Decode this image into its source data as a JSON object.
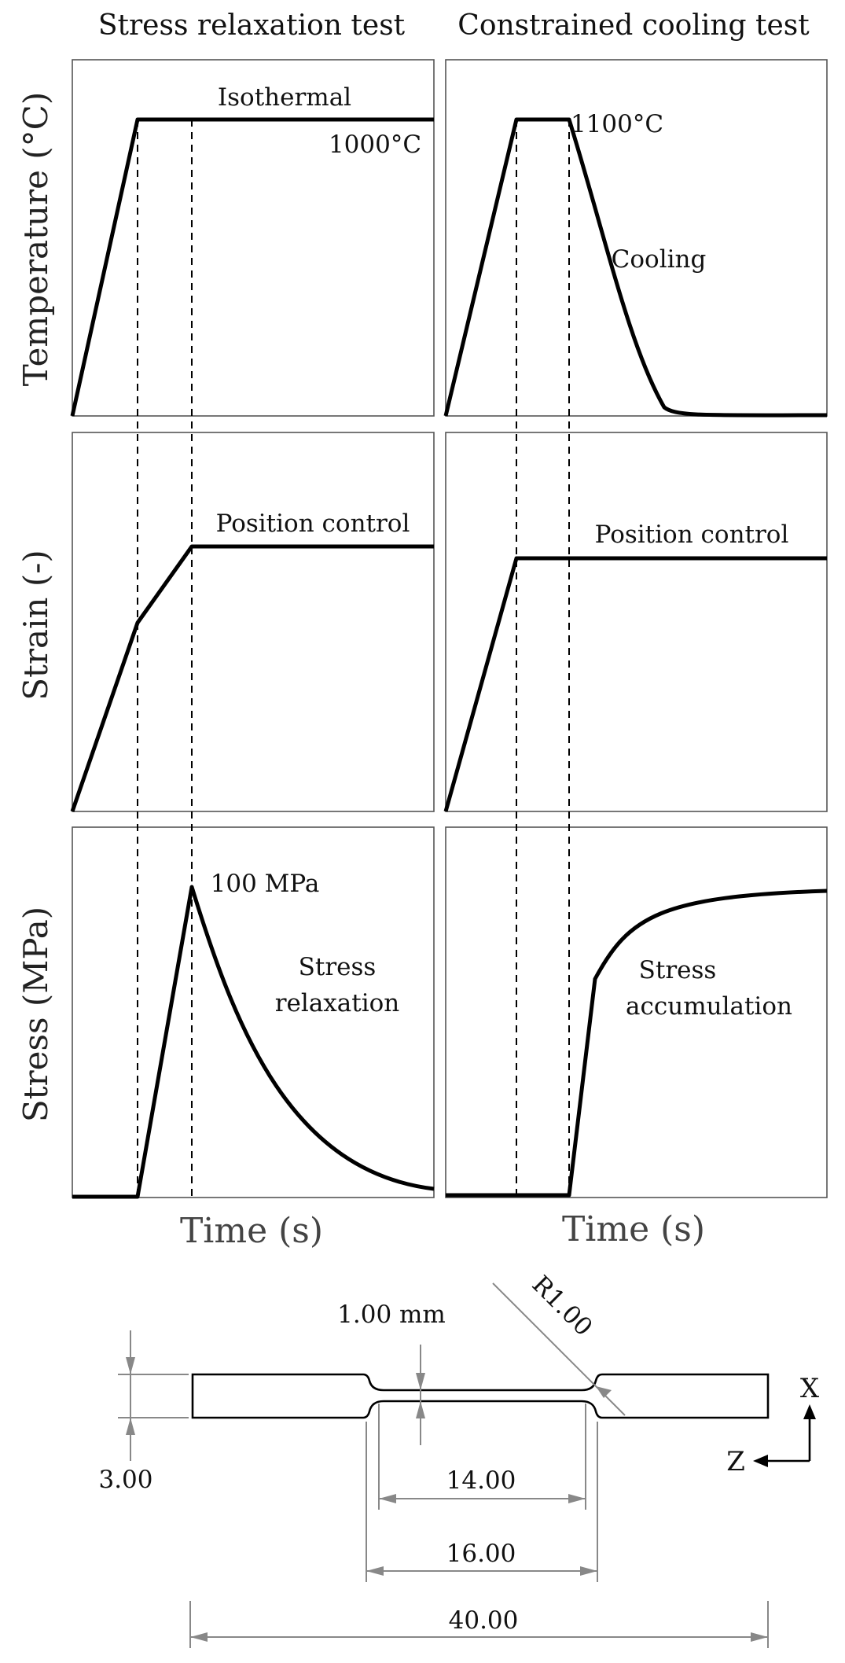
{
  "columns": {
    "left_title": "Stress relaxation test",
    "right_title": "Constrained cooling test"
  },
  "row_labels": {
    "temperature": "Temperature (°C)",
    "strain": "Strain (-)",
    "stress": "Stress (MPa)"
  },
  "x_labels": {
    "left": "Time (s)",
    "right": "Time (s)"
  },
  "annotations": {
    "isothermal": "Isothermal",
    "temp_left": "1000°C",
    "temp_right": "1100°C",
    "cooling": "Cooling",
    "position_control_left": "Position control",
    "position_control_right": "Position control",
    "peak_stress": "100 MPa",
    "relaxation_line1": "Stress",
    "relaxation_line2": "relaxation",
    "accumulation_line1": "Stress",
    "accumulation_line2": "accumulation"
  },
  "specimen": {
    "radius": "R1.00",
    "gauge_thickness": "1.00 mm",
    "thickness": "3.00",
    "parallel_length": "14.00",
    "reduced_length": "16.00",
    "total_length": "40.00",
    "axis_x": "X",
    "axis_z": "Z"
  }
}
